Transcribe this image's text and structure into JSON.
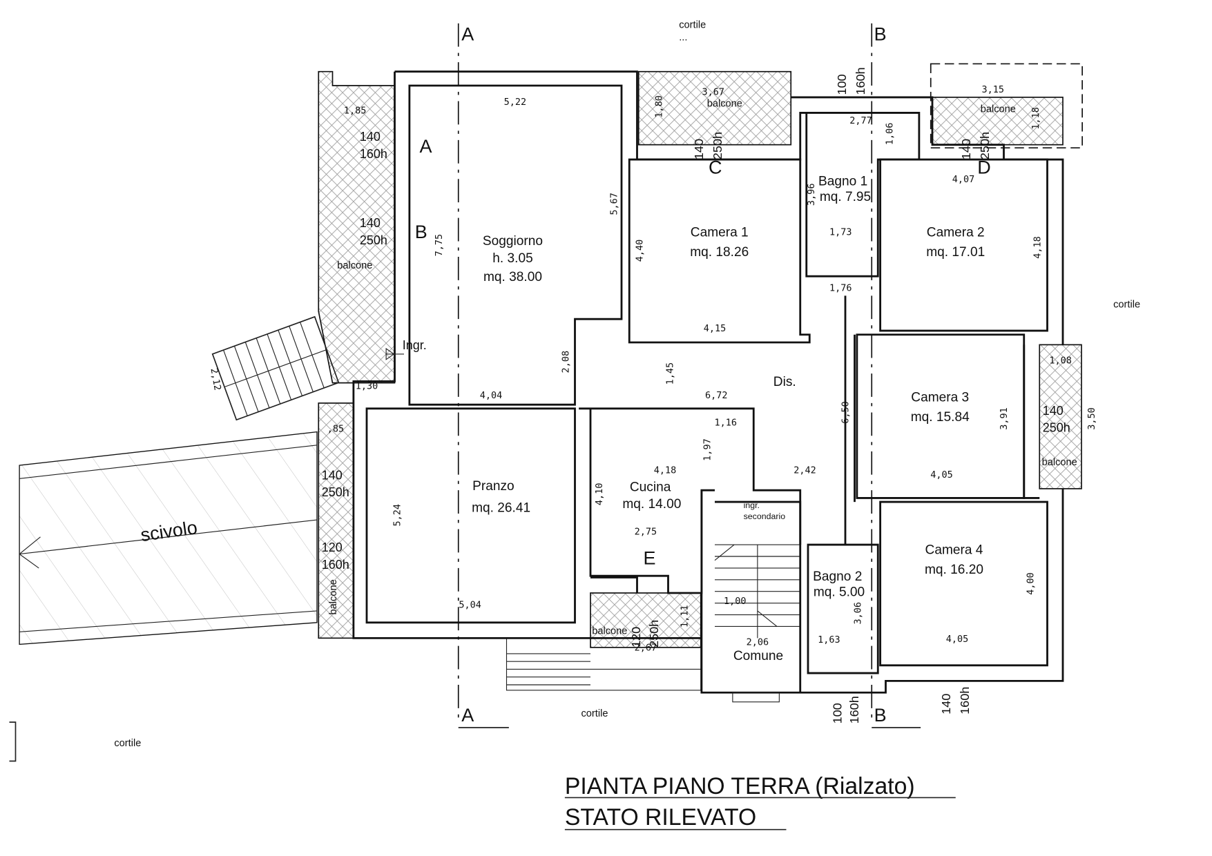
{
  "title": {
    "line1": "PIANTA PIANO TERRA (Rialzato)",
    "line2": "STATO RILEVATO"
  },
  "rooms": {
    "soggiorno": {
      "name": "Soggiorno",
      "height": "h. 3.05",
      "area": "mq. 38.00"
    },
    "camera1": {
      "name": "Camera 1",
      "area": "mq. 18.26"
    },
    "bagno1": {
      "name": "Bagno 1",
      "area": "mq. 7.95"
    },
    "camera2": {
      "name": "Camera 2",
      "area": "mq. 17.01"
    },
    "camera3": {
      "name": "Camera 3",
      "area": "mq. 15.84"
    },
    "camera4": {
      "name": "Camera 4",
      "area": "mq. 16.20"
    },
    "pranzo": {
      "name": "Pranzo",
      "area": "mq. 26.41"
    },
    "cucina": {
      "name": "Cucina",
      "area": "mq. 14.00"
    },
    "bagno2": {
      "name": "Bagno 2",
      "area": "mq. 5.00"
    },
    "comune": {
      "name": "Comune"
    },
    "dis": {
      "name": "Dis."
    }
  },
  "dims": [
    "1,85",
    "5,22",
    "3,67",
    "1,80",
    "2,77",
    "1,06",
    "3,15",
    "1,18",
    "4,07",
    "5,67",
    "7,75",
    "4,40",
    "3,96",
    "1,73",
    "4,18",
    "1,76",
    "4,15",
    "2,08",
    "1,45",
    "6,72",
    "4,04",
    "1,30",
    "2,12",
    "1,08",
    "3,91",
    "3,50",
    "4,05",
    "6,50",
    "1,16",
    "1,97",
    "4,18",
    "2,42",
    ",85",
    "5,24",
    "4,10",
    "2,75",
    "1,00",
    "1,11",
    "2,06",
    "2,67",
    "1,63",
    "3,06",
    "4,05",
    "4,00",
    "5,04"
  ],
  "windows": [
    {
      "w": "140",
      "h": "160h"
    },
    {
      "w": "140",
      "h": "250h"
    },
    {
      "w": "140",
      "h": "250h"
    },
    {
      "w": "100",
      "h": "160h"
    },
    {
      "w": "140",
      "h": "250h"
    },
    {
      "w": "140",
      "h": "250h"
    },
    {
      "w": "140",
      "h": "250h"
    },
    {
      "w": "120",
      "h": "160h"
    },
    {
      "w": "120",
      "h": "250h"
    },
    {
      "w": "100",
      "h": "160h"
    },
    {
      "w": "140",
      "h": "160h"
    }
  ],
  "sections": {
    "a": "A",
    "b": "B",
    "c": "C",
    "d": "D",
    "e": "E"
  },
  "labels": {
    "balcone": "balcone",
    "cortile": "cortile",
    "ingr": "Ingr.",
    "ingr_sec1": "ingr.",
    "ingr_sec2": "secondario",
    "scivolo": "scivolo",
    "dots": "..."
  }
}
